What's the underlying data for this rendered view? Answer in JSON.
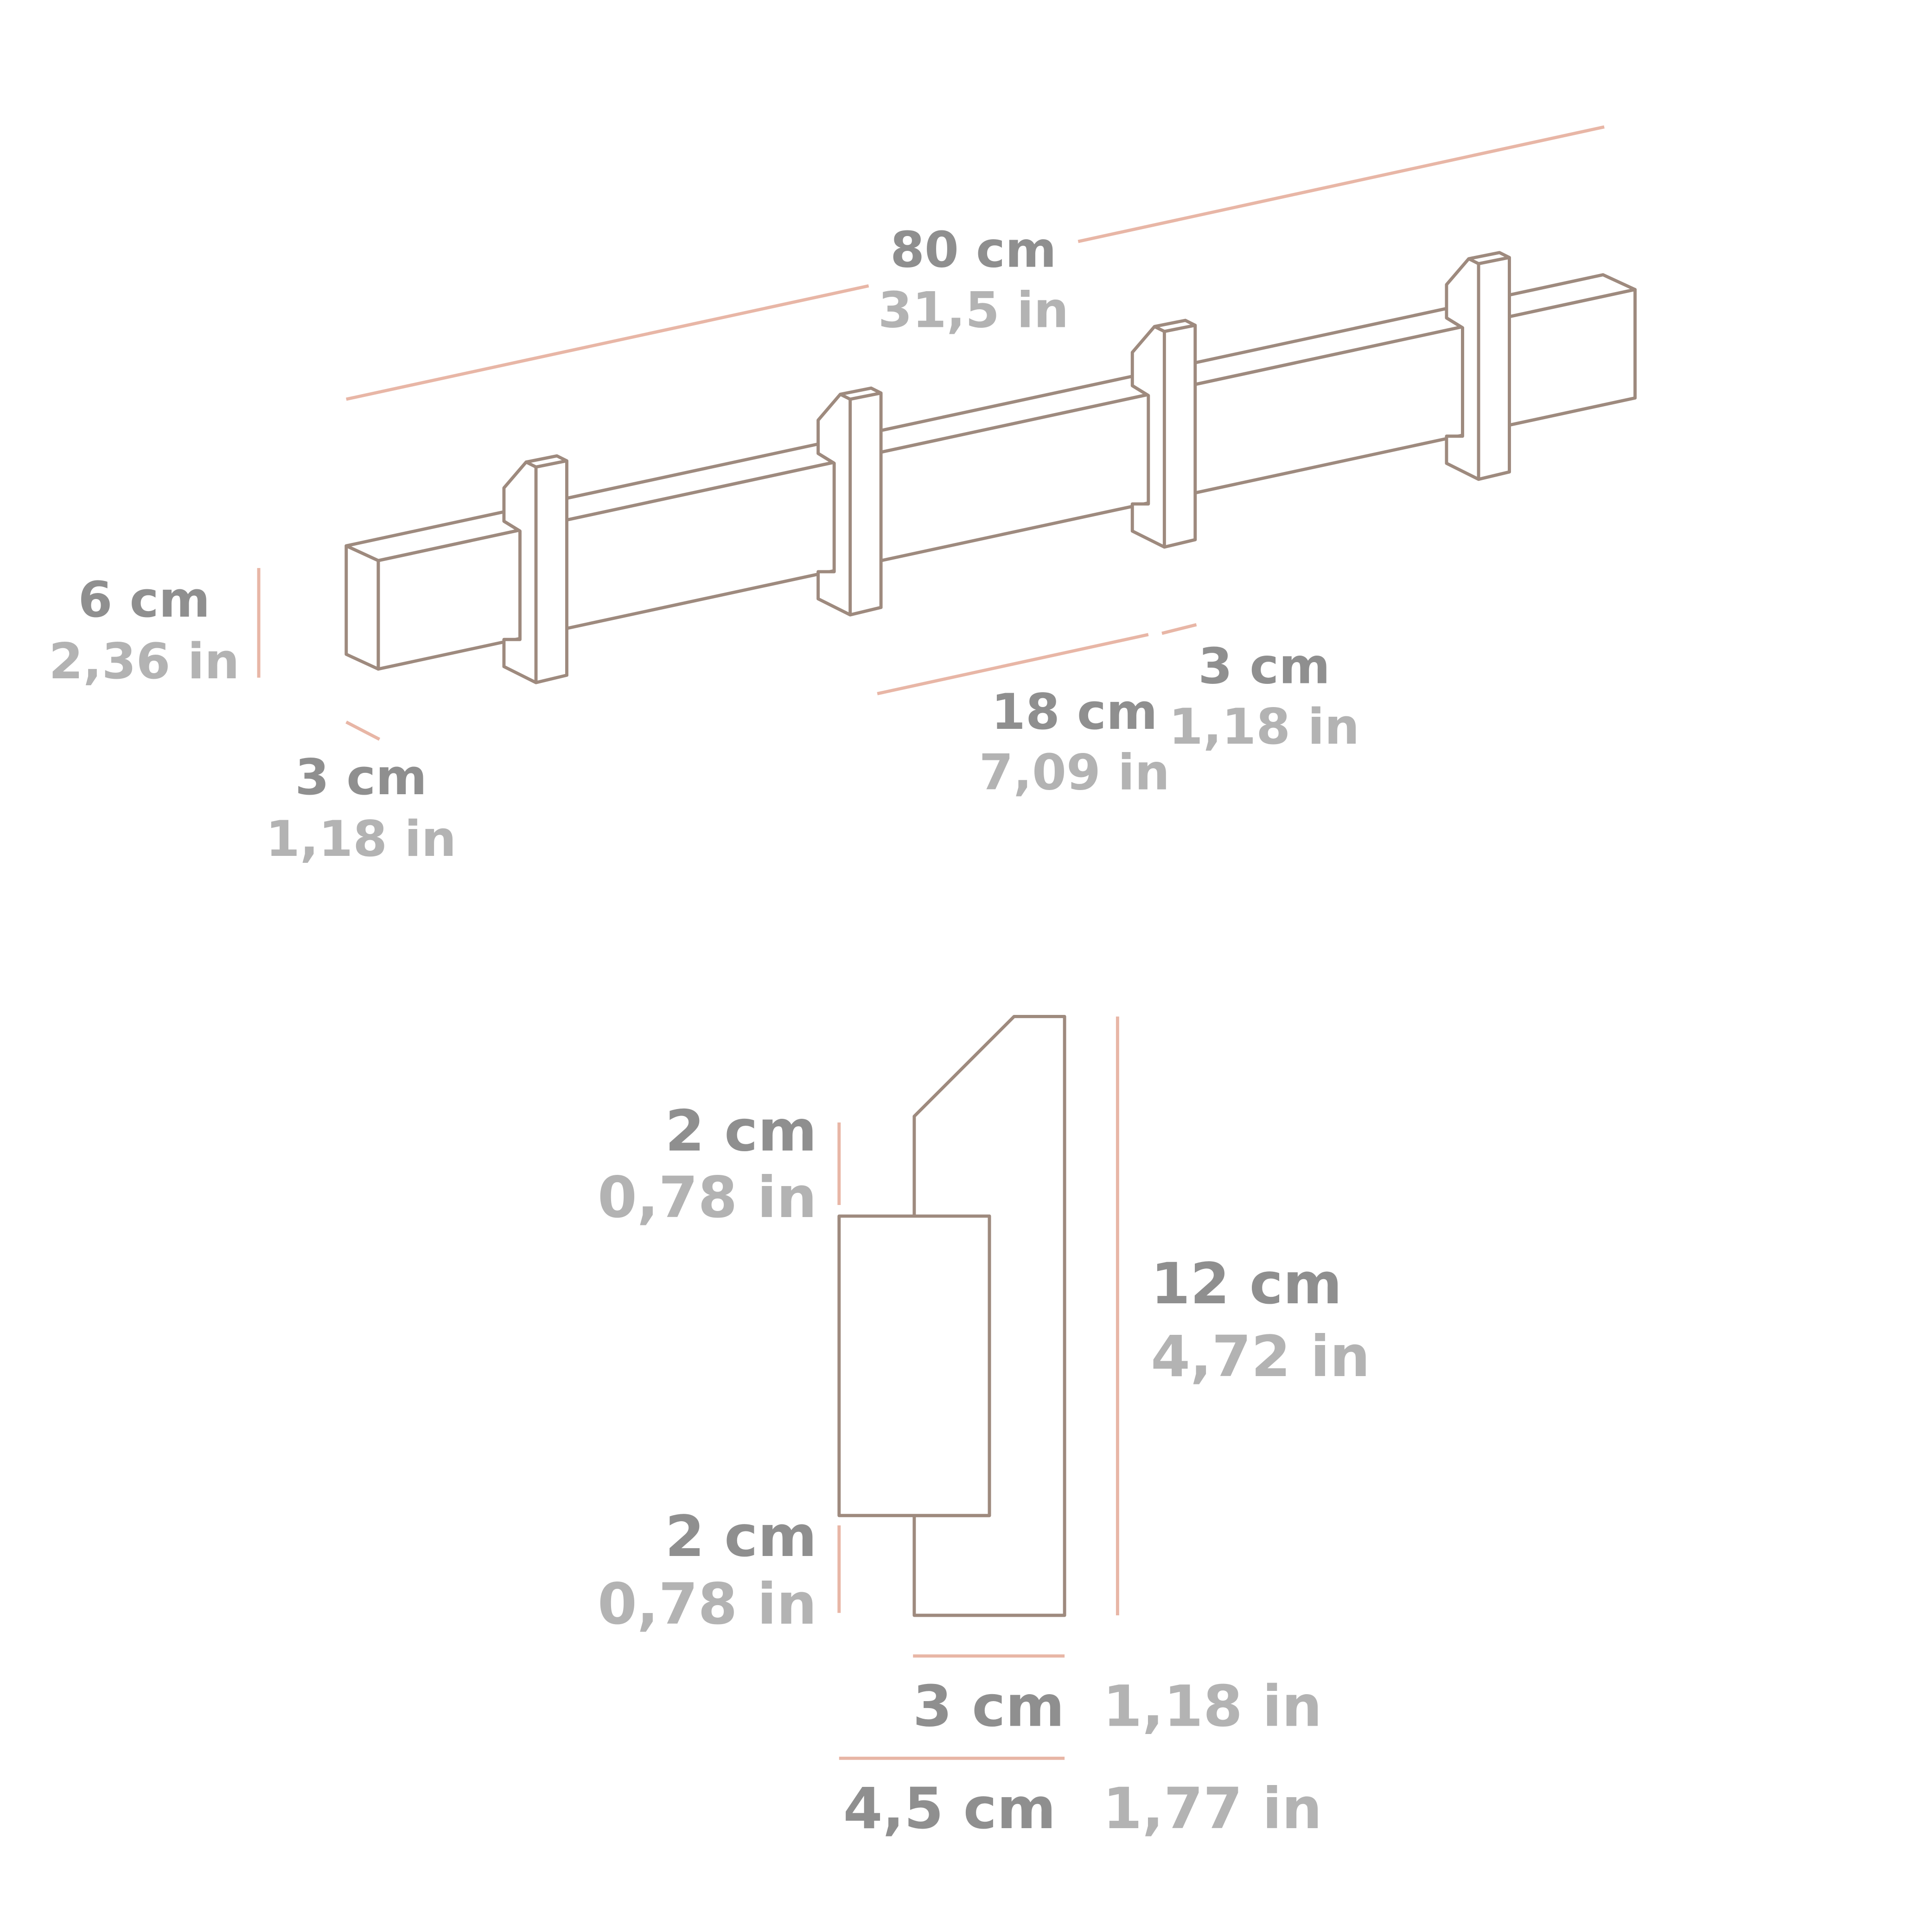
{
  "colors": {
    "outline": "#9e8a7e",
    "dimension_line": "#e8b6a6",
    "metric_text": "#8f8f8f",
    "imperial_text": "#b3b3b3"
  },
  "rail_view": {
    "length": {
      "cm": "80 cm",
      "in": "31,5 in"
    },
    "height": {
      "cm": "6 cm",
      "in": "2,36 in"
    },
    "depth": {
      "cm": "3 cm",
      "in": "1,18 in"
    },
    "hook_spacing": {
      "cm": "18 cm",
      "in": "7,09 in"
    },
    "hook_width": {
      "cm": "3 cm",
      "in": "1,18 in"
    }
  },
  "hook_view": {
    "top_offset": {
      "cm": "2 cm",
      "in": "0,78 in"
    },
    "bottom_offset": {
      "cm": "2 cm",
      "in": "0,78 in"
    },
    "height": {
      "cm": "12 cm",
      "in": "4,72 in"
    },
    "width": {
      "cm": "3 cm",
      "in": "1,18 in"
    },
    "total_depth": {
      "cm": "4,5 cm",
      "in": "1,77 in"
    }
  }
}
